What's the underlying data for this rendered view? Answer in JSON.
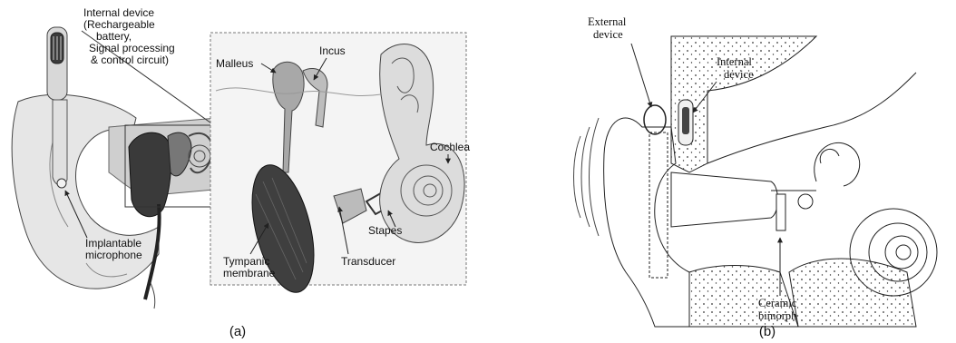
{
  "panel_a": {
    "caption": "(a)",
    "labels": {
      "internal_device": [
        "Internal device",
        "(Rechargeable",
        "battery,",
        "Signal processing",
        "& control circuit)"
      ],
      "malleus": "Malleus",
      "incus": "Incus",
      "cochlea": "Cochlea",
      "stapes": "Stapes",
      "tympanic_membrane": [
        "Tympanic",
        "membrane"
      ],
      "transducer": "Transducer",
      "implantable_microphone": [
        "Implantable",
        "microphone"
      ]
    }
  },
  "panel_b": {
    "caption": "(b)",
    "labels": {
      "external_device": [
        "External",
        "device"
      ],
      "internal_device": [
        "Internal",
        "device"
      ],
      "ceramic_bimorph": [
        "Ceramic",
        "bimorph"
      ]
    }
  },
  "colors": {
    "line": "#222222",
    "shade_light": "#d4d4d4",
    "shade_mid": "#9a9a9a",
    "shade_dark": "#3a3a3a"
  }
}
